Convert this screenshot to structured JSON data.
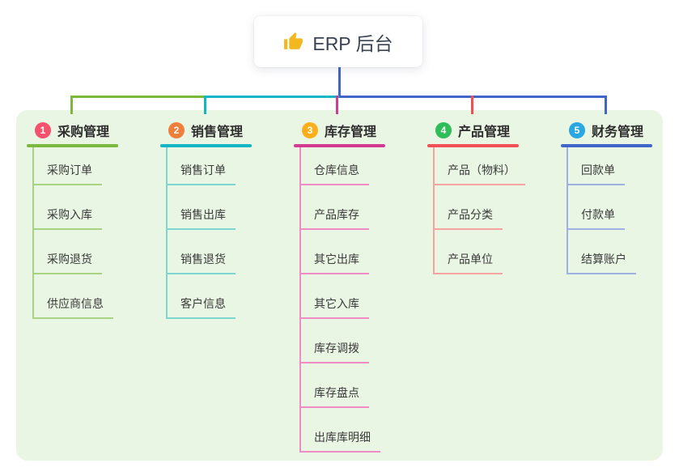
{
  "root": {
    "title": "ERP 后台",
    "icon": "thumbs-up"
  },
  "canvas": {
    "page_bg": "#ffffff",
    "panel_bg": "#e9f6e3"
  },
  "branches": [
    {
      "index": "1",
      "label": "采购管理",
      "colors": {
        "badge": "#f4526d",
        "main": "#7db83e",
        "light": "#a9d383"
      },
      "children": [
        "采购订单",
        "采购入库",
        "采购退货",
        "供应商信息"
      ]
    },
    {
      "index": "2",
      "label": "销售管理",
      "colors": {
        "badge": "#f07f3c",
        "main": "#12b7c4",
        "light": "#7ed6d0"
      },
      "children": [
        "销售订单",
        "销售出库",
        "销售退货",
        "客户信息"
      ]
    },
    {
      "index": "3",
      "label": "库存管理",
      "colors": {
        "badge": "#fcaf1b",
        "main": "#d43a92",
        "light": "#f08cc4"
      },
      "children": [
        "仓库信息",
        "产品库存",
        "其它出库",
        "其它入库",
        "库存调拨",
        "库存盘点",
        "出库库明细"
      ]
    },
    {
      "index": "4",
      "label": "产品管理",
      "colors": {
        "badge": "#2ebd59",
        "main": "#f15055",
        "light": "#f7a3a1"
      },
      "children": [
        "产品（物料）",
        "产品分类",
        "产品单位"
      ]
    },
    {
      "index": "5",
      "label": "财务管理",
      "colors": {
        "badge": "#2aa7e0",
        "main": "#4165c9",
        "light": "#9fb1e2"
      },
      "children": [
        "回款单",
        "付款单",
        "结算账户"
      ]
    }
  ]
}
